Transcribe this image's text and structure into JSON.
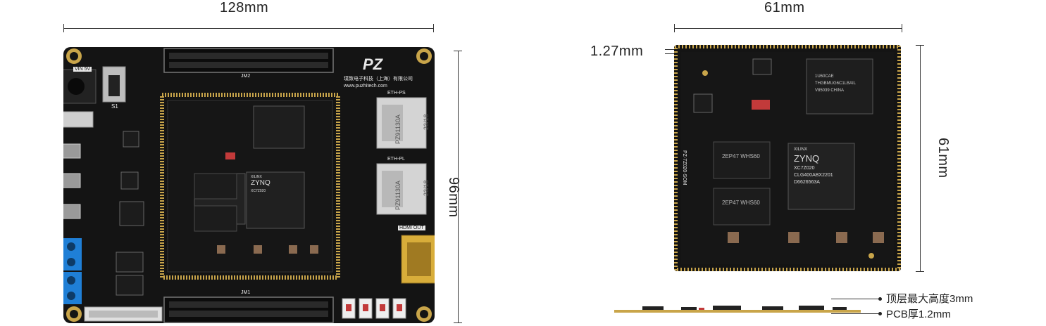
{
  "dimensions": {
    "main_width": "128mm",
    "main_height": "96mm",
    "core_width": "61mm",
    "core_height": "61mm",
    "pad_pitch": "1.27mm"
  },
  "callouts": {
    "top_height": "顶层最大高度3mm",
    "pcb_thickness": "PCB厚1.2mm"
  },
  "board_text": {
    "brand": "PZ",
    "company": "璞致电子科技（上海）有限公司",
    "website": "www.puzhitech.com",
    "vin": "VIN 5V",
    "eth_ps": "ETH-PS",
    "eth_pl": "ETH-PL",
    "hdmi_out": "HDMI OUT",
    "jm1": "JM1",
    "jm2": "JM2",
    "eth_jack_code": "PZ91130A",
    "eth_jack_num": "23/18",
    "core_label": "PZ-7Z020-SOM",
    "zynq_brand": "XILINX",
    "zynq": "ZYNQ",
    "zynq_part": "XC7Z020",
    "zynq_pkg": "CLG400ABX2201",
    "zynq_code": "D6626563A",
    "ddr": "2EP47 WHS60",
    "flash_line1": "1U60CAE",
    "flash_line2": "THGBMUG6C1LBAIL",
    "flash_line3": "V85039 CHINA",
    "s1": "S1"
  },
  "colors": {
    "pcb": "#141414",
    "gold": "#c9a54a",
    "silk": "#e8e8e8",
    "terminal": "#1f7fd6"
  }
}
